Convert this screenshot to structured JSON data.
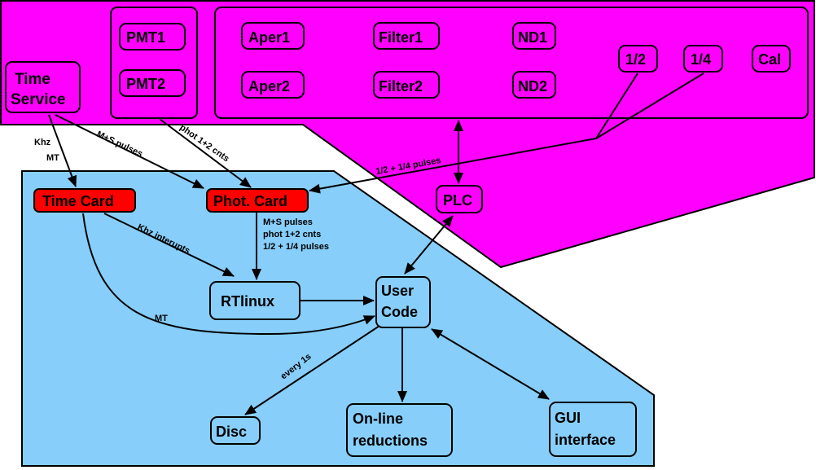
{
  "nodes": {
    "time_service": [
      "Time",
      "Service"
    ],
    "pmt1": "PMT1",
    "pmt2": "PMT2",
    "aper1": "Aper1",
    "aper2": "Aper2",
    "filter1": "Filter1",
    "filter2": "Filter2",
    "nd1": "ND1",
    "nd2": "ND2",
    "half": "1/2",
    "quarter": "1/4",
    "cal": "Cal",
    "plc": "PLC",
    "time_card": "Time Card",
    "phot_card": "Phot. Card",
    "rtlinux": "RTlinux",
    "user_code": [
      "User",
      "Code"
    ],
    "disc": "Disc",
    "online": [
      "On-line",
      "reductions"
    ],
    "gui": [
      "GUI",
      "interface"
    ]
  },
  "edge_labels": {
    "khz": "Khz",
    "mt_top": "MT",
    "ms_pulses": "M+S pulses",
    "phot_cnts": "phot 1+2 cnts",
    "half_quarter_pulses": "1/2 + 1/4 pulses",
    "card_output": [
      "M+S pulses",
      "phot 1+2 cnts",
      "1/2 + 1/4 pulses"
    ],
    "khz_interrupts": "Khz interupts",
    "mt_bottom": "MT",
    "every_1s": "every 1s"
  },
  "colors": {
    "telescope_region": "#ff00ff",
    "computer_region": "#87cefa",
    "hardware_cards": "#ff0000"
  }
}
